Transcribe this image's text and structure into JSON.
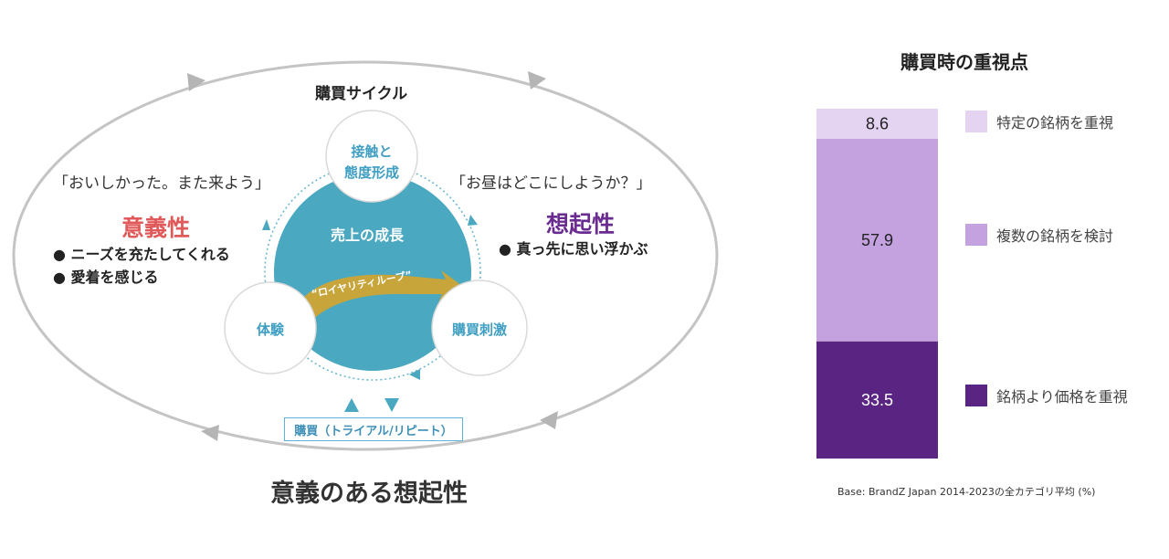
{
  "diagram": {
    "cycle_title": "購買サイクル",
    "quote_left": "「おいしかった。また来よう」",
    "quote_right": "「お昼はどこにしようか？」",
    "left_heading": "意義性",
    "left_bullets": [
      "● ニーズを充たしてくれる",
      "● 愛着を感じる"
    ],
    "right_heading": "想起性",
    "right_bullets": [
      "● 真っ先に思い浮かぶ"
    ],
    "node_top_line1": "接触と",
    "node_top_line2": "態度形成",
    "node_left": "体験",
    "node_right": "購買刺激",
    "center_text": "売上の成長",
    "loop_text": "“ロイヤリティループ”",
    "purchase_label": "購買（トライアル/リピート）",
    "caption": "意義のある想起性",
    "colors": {
      "teal": "#4aa8c0",
      "gold": "#c8a53a",
      "red_heading": "#e15a5a",
      "purple_heading": "#6a2c91"
    }
  },
  "chart_data": {
    "type": "bar",
    "stacked": true,
    "title": "購買時の重視点",
    "series": [
      {
        "name": "銘柄より価格を重視",
        "value": 33.5,
        "color": "#5a2483"
      },
      {
        "name": "複数の銘柄を検討",
        "value": 57.9,
        "color": "#c4a2e0"
      },
      {
        "name": "特定の銘柄を重視",
        "value": 8.6,
        "color": "#e4d3f1"
      }
    ],
    "ylim": [
      0,
      100
    ],
    "legend_position": "right",
    "note": "Base: BrandZ Japan 2014-2023の全カテゴリ平均 (%)"
  }
}
